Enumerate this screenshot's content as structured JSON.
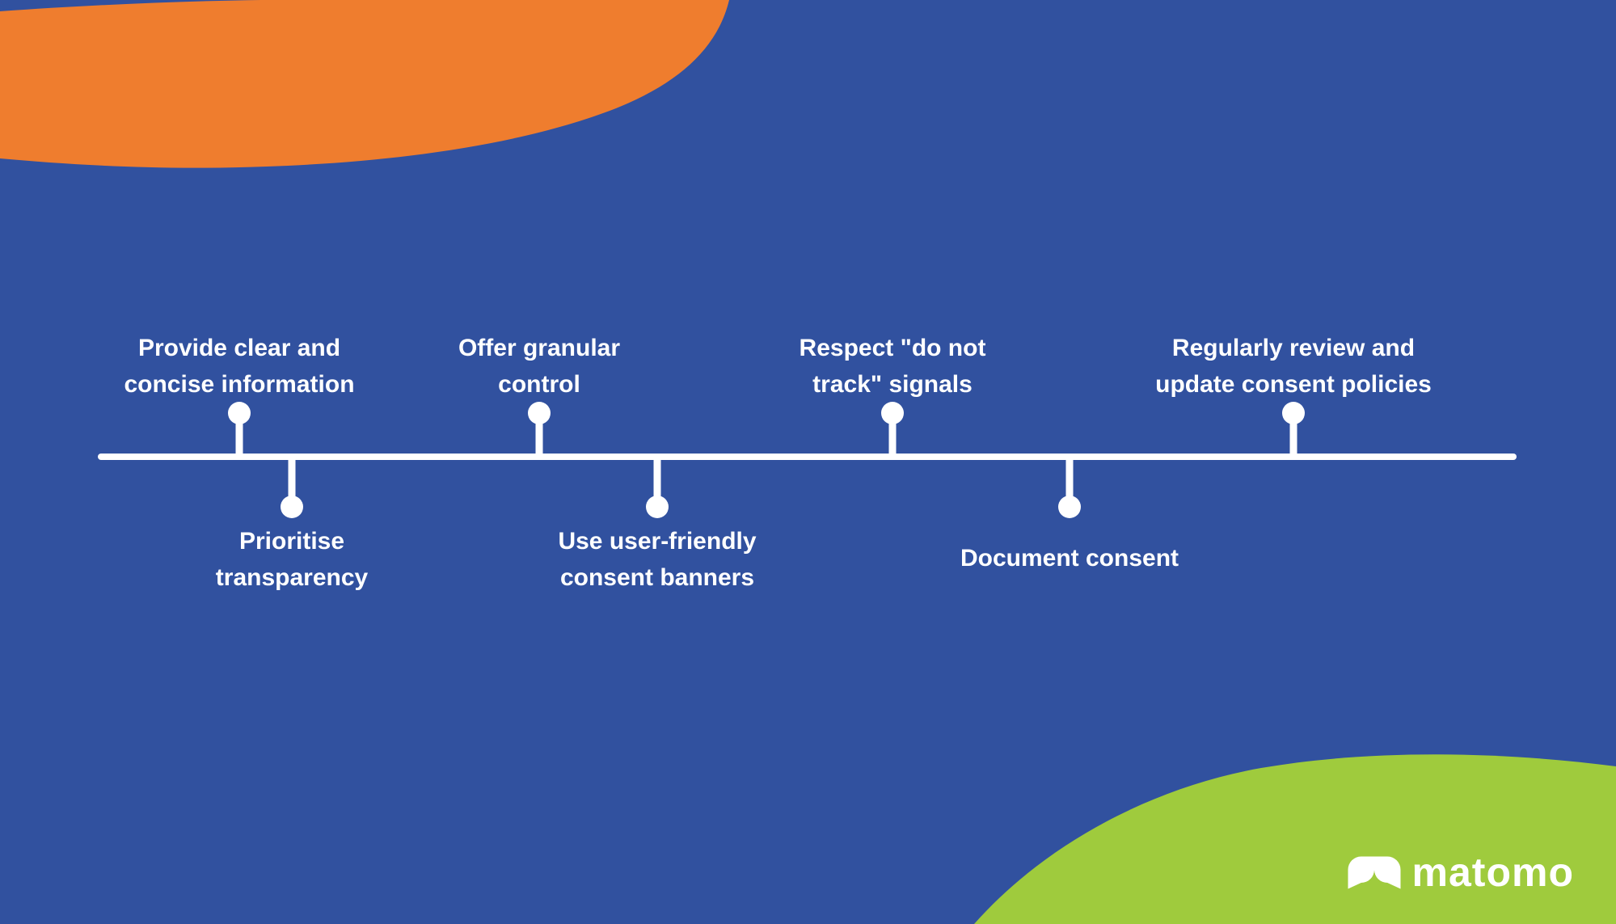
{
  "colors": {
    "bg": "#31519f",
    "blob-orange": "#ef7d2e",
    "blob-green": "#9fcb3d",
    "fg": "#ffffff"
  },
  "timeline": {
    "above_items": [
      {
        "line1": "Provide clear and",
        "line2": "concise information"
      },
      {
        "line1": "Offer granular",
        "line2": "control"
      },
      {
        "line1": "Respect \"do not",
        "line2": "track\" signals"
      },
      {
        "line1": "Regularly review and",
        "line2": "update consent policies"
      }
    ],
    "below_items": [
      {
        "line1": "Prioritise",
        "line2": "transparency"
      },
      {
        "line1": "Use user-friendly",
        "line2": "consent banners"
      },
      {
        "line1": "Document consent"
      }
    ]
  },
  "logo": {
    "text": "matomo"
  }
}
